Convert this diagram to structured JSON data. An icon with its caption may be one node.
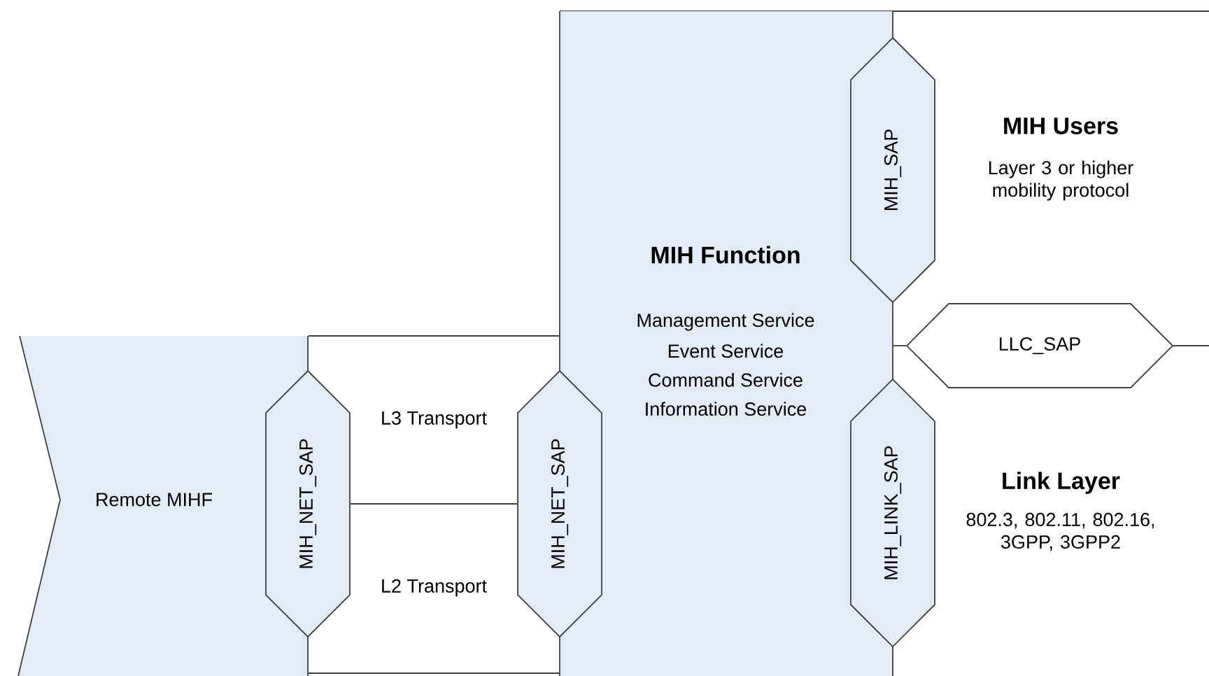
{
  "diagram": {
    "nodes": [
      {
        "text": [
          "MIH Function",
          "Management Service",
          "Event Service",
          "Command Service",
          "Information Service"
        ]
      },
      {
        "text": [
          "MIH_SAP"
        ]
      },
      {
        "text": [
          "LLC_SAP"
        ]
      },
      {
        "text": [
          "MIH_LINK_SAP"
        ]
      },
      {
        "text": [
          "Remote MIHF"
        ]
      },
      {
        "text": [
          "MIH_NET_SAP"
        ]
      },
      {
        "text": [
          "MIH_NET_SAP"
        ]
      }
    ],
    "edges": [
      {
        "from": 0,
        "to": 2,
        "arrow": "none"
      },
      {
        "from": 2,
        "to": null,
        "arrow": "none"
      },
      {
        "from": 5,
        "to": 6,
        "arrow": "none"
      },
      {
        "from": 4,
        "to": 0,
        "arrow": "none"
      },
      {
        "from": 4,
        "to": 0,
        "arrow": "none"
      }
    ],
    "labels": [
      "MIH Users",
      "Layer 3 or higher mobility protocol",
      "L3 Transport",
      "L2 Transport",
      "Link Layer",
      "802.3, 802.11, 802.16, 3GPP, 3GPP2"
    ]
  }
}
